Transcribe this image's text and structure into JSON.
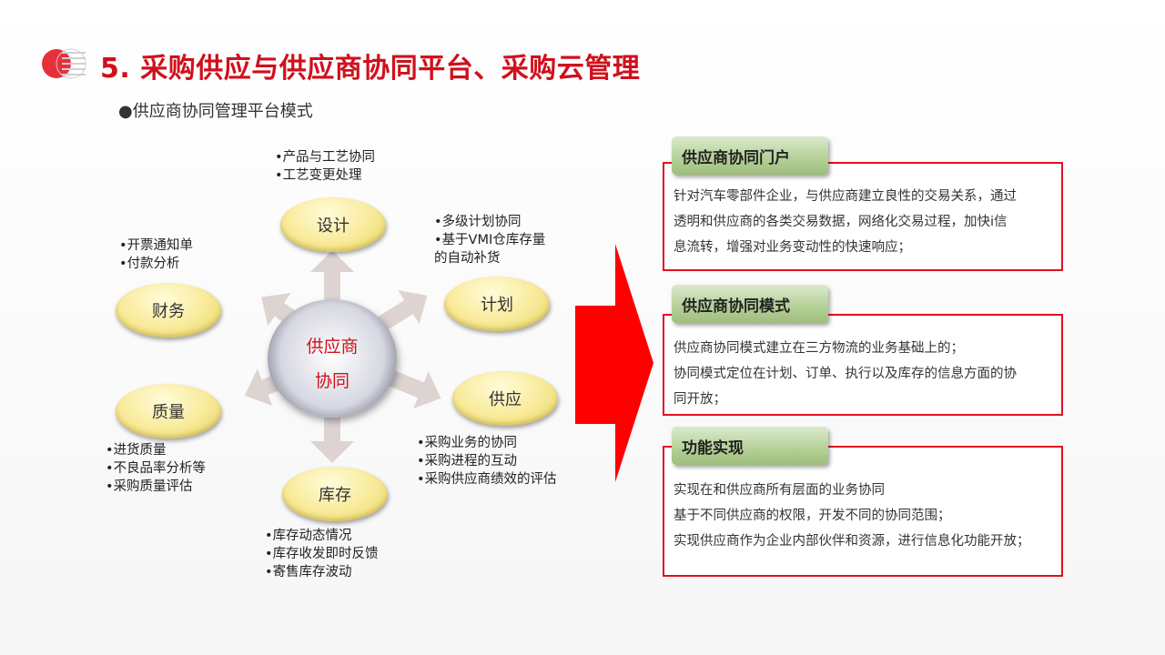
{
  "title": "5. 采购供应与供应商协同平台、采购云管理",
  "subtitle": "●供应商协同管理平台模式",
  "colors": {
    "title": "#d0101c",
    "arrow": "#ff0000",
    "panel_border": "#e01020",
    "tag": "#b3cf95",
    "node": "#f9ec9e"
  },
  "diagram": {
    "center": {
      "line1": "供应商",
      "line2": "协同"
    },
    "nodes": {
      "design": "设计",
      "plan": "计划",
      "supply": "供应",
      "inventory": "库存",
      "quality": "质量",
      "finance": "财务"
    },
    "bullets": {
      "design": [
        "产品与工艺协同",
        "工艺变更处理"
      ],
      "plan": [
        "多级计划协同",
        "基于VMI仓库存量"
      ],
      "plan_extra": "的自动补货",
      "supply": [
        "采购业务的协同",
        "采购进程的互动",
        "采购供应商绩效的评估"
      ],
      "inventory": [
        "库存动态情况",
        "库存收发即时反馈",
        "寄售库存波动"
      ],
      "quality": [
        "进货质量",
        "不良品率分析等",
        "采购质量评估"
      ],
      "finance": [
        "开票通知单",
        "付款分析"
      ]
    }
  },
  "panels": [
    {
      "tag": "供应商协同门户",
      "lines": [
        "针对汽车零部件企业，与供应商建立良性的交易关系，通过",
        "透明和供应商的各类交易数据，网络化交易过程，加快i信",
        "息流转，增强对业务变动性的快速响应；"
      ]
    },
    {
      "tag": "供应商协同模式",
      "lines": [
        "供应商协同模式建立在三方物流的业务基础上的；",
        "协同模式定位在计划、订单、执行以及库存的信息方面的协",
        "同开放；"
      ]
    },
    {
      "tag": "功能实现",
      "lines": [
        "实现在和供应商所有层面的业务协同",
        "基于不同供应商的权限，开发不同的协同范围；",
        "实现供应商作为企业内部伙伴和资源，进行信息化功能开放；"
      ]
    }
  ]
}
